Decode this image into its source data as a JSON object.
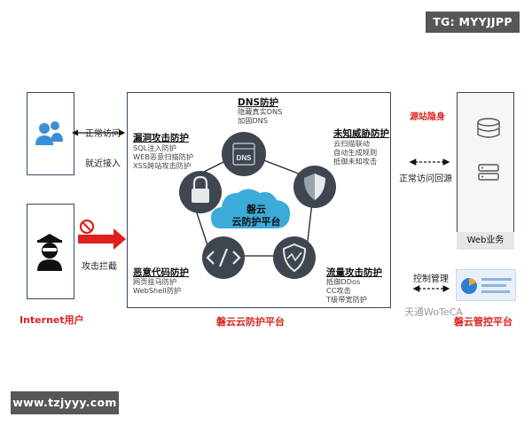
{
  "watermarks": {
    "top_right": "TG: MYYJJPP",
    "bottom_left": "www.tzjyyy.com",
    "wechat": "天通WoTeCA"
  },
  "left": {
    "normal_access": "正常访问",
    "nearby_access": "就近接入",
    "attack_block": "攻击拦截",
    "internet_users": "Internet用户"
  },
  "platform": {
    "center_line1": "磐云",
    "center_line2": "云防护平台",
    "caption": "磐云云防护平台",
    "nodes": {
      "dns": {
        "title": "DNS防护",
        "items": [
          "隐藏真实DNS",
          "加固DNS"
        ],
        "icon_text": "DNS"
      },
      "unknown": {
        "title": "未知威胁防护",
        "items": [
          "云扫描联动",
          "自动生成规则",
          "抵御未知攻击"
        ]
      },
      "vuln": {
        "title": "漏洞攻击防护",
        "items": [
          "SQL注入防护",
          "WEB恶意扫描防护",
          "XSS跨站攻击防护"
        ]
      },
      "malcode": {
        "title": "恶意代码防护",
        "items": [
          "网页挂马防护",
          "WebShell防护"
        ]
      },
      "traffic": {
        "title": "流量攻击防护",
        "items": [
          "抵御DDos",
          "CC攻击",
          "T级带宽防护"
        ]
      }
    }
  },
  "right": {
    "source_hide": "源站隐身",
    "normal_return": "正常访问回源",
    "web_business": "Web业务",
    "control": "控制管理",
    "console_caption": "磐云管控平台"
  }
}
